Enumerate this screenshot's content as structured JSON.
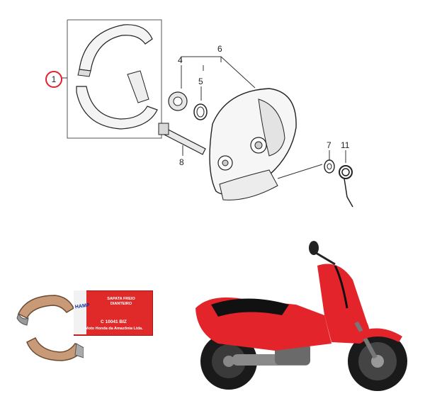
{
  "diagram": {
    "callouts": [
      "1",
      "4",
      "5",
      "6",
      "7",
      "8",
      "11"
    ]
  },
  "product_box": {
    "brand": "HAMP",
    "title_line1": "SAPATA FREIO",
    "title_line2": "DIANTEIRO",
    "code": "C 10041 BIZ",
    "maker": "Moto Honda da Amazônia Ltda."
  },
  "colors": {
    "callout_circle": "#e0202a",
    "moto_body": "#e3242b",
    "box_red": "#e02a2a"
  },
  "icons": [
    "brake-shoe-icon",
    "brake-panel-icon",
    "motorcycle-icon"
  ]
}
